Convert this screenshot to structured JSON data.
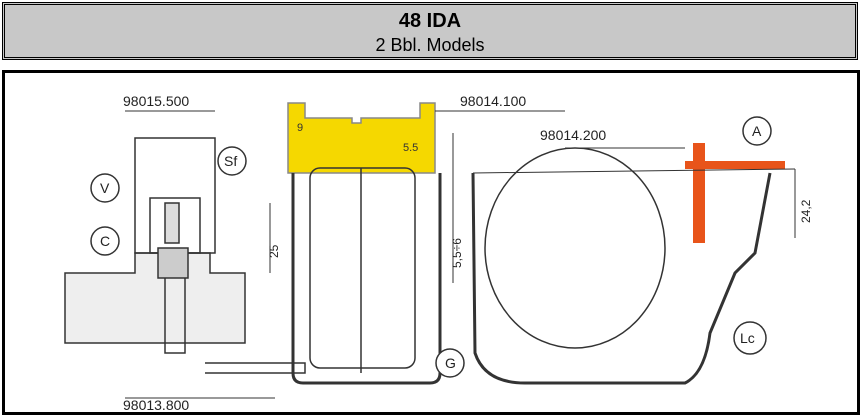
{
  "header": {
    "title": "48 IDA",
    "subtitle": "2 Bbl. Models"
  },
  "diagram": {
    "parts": {
      "p1": "98015.500",
      "p2": "98014.100",
      "p3": "98014.200",
      "p4": "98013.800"
    },
    "callouts": {
      "sf": "Sf",
      "v": "V",
      "c": "C",
      "a": "A",
      "g": "G",
      "lc": "Lc"
    },
    "dimensions": {
      "d25": "25",
      "d55_6": "5,5÷6",
      "d242": "24,2",
      "gauge9": "9",
      "gauge55": "5.5"
    },
    "colors": {
      "gauge": "#f5d800",
      "tool": "#e8541a"
    }
  }
}
